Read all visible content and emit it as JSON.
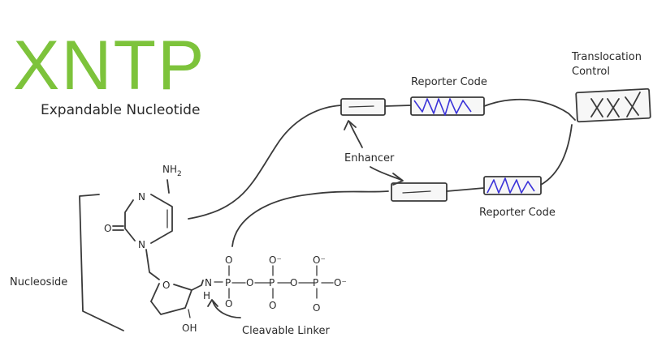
{
  "title": "XNTP",
  "subtitle": "Expandable Nucleotide",
  "labels": {
    "nucleoside": "Nucleoside",
    "cleavable_linker": "Cleavable Linker",
    "enhancer": "Enhancer",
    "reporter_code_top": "Reporter Code",
    "reporter_code_bottom": "Reporter Code",
    "translocation_control_line1": "Translocation",
    "translocation_control_line2": "Control"
  },
  "atoms": {
    "nh2_main": "NH",
    "nh2_sub": "2",
    "n_ring_top": "N",
    "n_ring_bottom": "N",
    "o_carbonyl": "O",
    "o_sugar": "O",
    "oh": "OH",
    "n_linker": "N",
    "h_linker": "H",
    "p1": "P",
    "p2": "P",
    "p3": "P",
    "o_bridge1": "O",
    "o_bridge2": "O",
    "o_p1_top": "O",
    "o_p1_bottom": "O",
    "o_p2_top": "O⁻",
    "o_p2_bottom": "O",
    "o_p3_top": "O⁻",
    "o_p3_bottom": "O",
    "o_terminal": "O⁻"
  },
  "colors": {
    "title": "#7dc33b",
    "reporter_code_fill": "#3b33d9",
    "ink": "#3a3a3a"
  }
}
